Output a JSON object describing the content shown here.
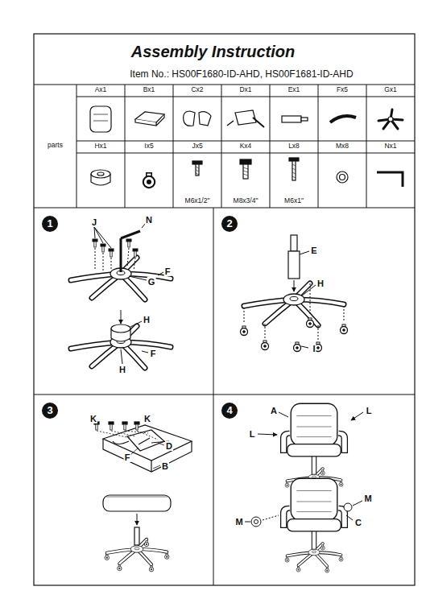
{
  "diagram": {
    "title": "Assembly Instruction",
    "nodes": [
      {
        "text": [
          "parts"
        ]
      },
      {
        "text": [
          "Ax1"
        ]
      },
      {
        "text": [
          "Bx1"
        ]
      },
      {
        "text": [
          "Cx2"
        ]
      },
      {
        "text": [
          "Dx1"
        ]
      },
      {
        "text": [
          "Ex1"
        ]
      },
      {
        "text": [
          "Fx5"
        ]
      },
      {
        "text": [
          "Gx1"
        ]
      },
      {
        "text": [
          "Hx1"
        ]
      },
      {
        "text": [
          "Ix5"
        ]
      },
      {
        "text": [
          "Jx5",
          "M6x1/2\""
        ]
      },
      {
        "text": [
          "Kx4",
          "M8x3/4\""
        ]
      },
      {
        "text": [
          "Lx8",
          "M6x1\""
        ]
      },
      {
        "text": [
          "Mx8"
        ]
      },
      {
        "text": [
          "Nx1"
        ]
      },
      {
        "text": [
          "1"
        ]
      },
      {
        "text": [
          "2"
        ]
      },
      {
        "text": [
          "3"
        ]
      },
      {
        "text": [
          "4"
        ]
      }
    ],
    "labels": [
      "Item No.: HS00F1680-ID-AHD, HS00F1681-ID-AHD",
      "J",
      "N",
      "G",
      "F",
      "H",
      "F",
      "H",
      "E",
      "H",
      "I",
      "K",
      "K",
      "D",
      "F",
      "B",
      "A",
      "L",
      "L",
      "M",
      "M",
      "C"
    ]
  }
}
